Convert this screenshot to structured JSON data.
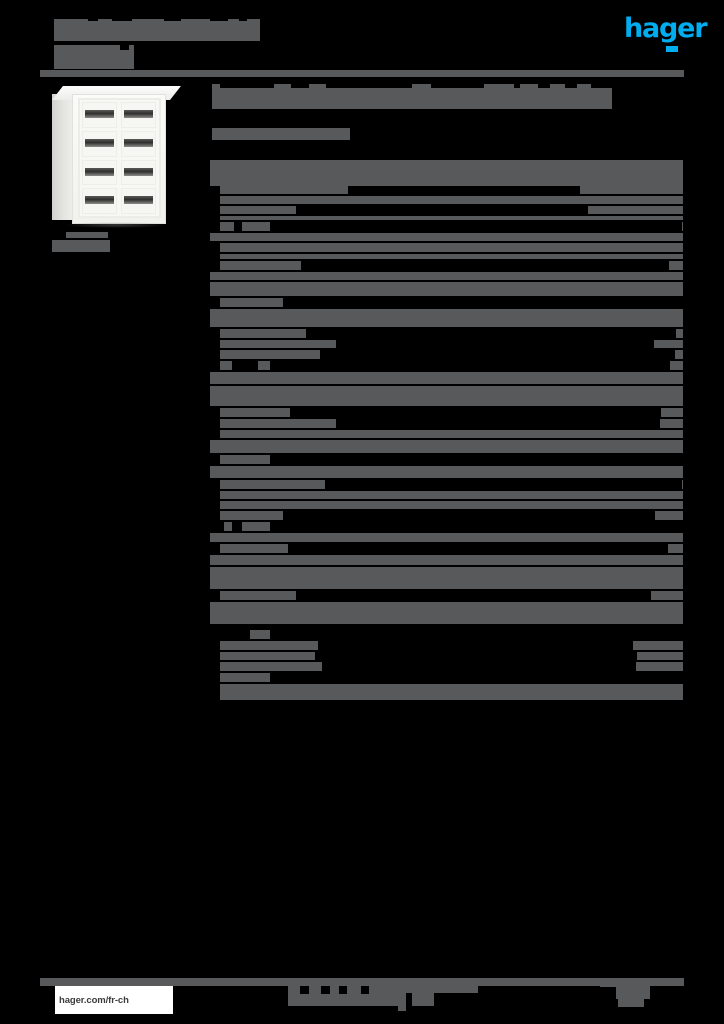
{
  "document": {
    "kind": "product-datasheet",
    "language_region": "fr-ch",
    "redacted": true
  },
  "brand": {
    "logo_text": "hager",
    "logo_color": "#00adee",
    "logo_name": "hager-logo"
  },
  "header": {
    "title_line1": "",
    "title_line2": "",
    "rule_color": "#58595a"
  },
  "product": {
    "image_alt": "white modular distribution enclosure with eight device slots",
    "caption_line1": "",
    "caption_line2": ""
  },
  "main": {
    "heading": "",
    "subheading": ""
  },
  "specs": {
    "redaction_color": "#58595a",
    "background_color": "#000000",
    "rows": [
      {
        "h": 8,
        "gap": 0,
        "left": [],
        "right": []
      },
      {
        "h": 9,
        "gap": 0,
        "left": [],
        "right": []
      },
      {
        "h": 9,
        "gap": 0,
        "left": [],
        "right": []
      },
      {
        "h": 8,
        "gap": 2,
        "left": [
          [
            0,
            10
          ]
        ],
        "right": [
          [
            78,
            232
          ]
        ]
      },
      {
        "h": 8,
        "gap": 2,
        "left": [
          [
            0,
            10
          ]
        ],
        "right": []
      },
      {
        "h": 8,
        "gap": 2,
        "left": [
          [
            0,
            10
          ]
        ],
        "right": [
          [
            26,
            292
          ]
        ]
      },
      {
        "h": 4,
        "gap": 2,
        "left": [
          [
            0,
            10
          ]
        ],
        "right": []
      },
      {
        "h": 9,
        "gap": 2,
        "left": [
          [
            0,
            10
          ],
          [
            24,
            8
          ]
        ],
        "right": [
          [
            0,
            412
          ]
        ]
      },
      {
        "h": 8,
        "gap": 2,
        "left": [],
        "right": []
      },
      {
        "h": 9,
        "gap": 2,
        "left": [
          [
            0,
            10
          ]
        ],
        "right": []
      },
      {
        "h": 5,
        "gap": 2,
        "left": [
          [
            0,
            10
          ]
        ],
        "right": []
      },
      {
        "h": 9,
        "gap": 2,
        "left": [
          [
            0,
            10
          ]
        ],
        "right": [
          [
            31,
            368
          ]
        ]
      },
      {
        "h": 8,
        "gap": 2,
        "left": [],
        "right": []
      },
      {
        "h": 14,
        "gap": 2,
        "left": [],
        "right": []
      },
      {
        "h": 9,
        "gap": 2,
        "left": [
          [
            0,
            10
          ]
        ],
        "right": [
          [
            13,
            400
          ]
        ]
      },
      {
        "h": 18,
        "gap": 2,
        "left": [],
        "right": []
      },
      {
        "h": 9,
        "gap": 2,
        "left": [
          [
            0,
            10
          ]
        ],
        "right": [
          [
            36,
            370
          ]
        ]
      },
      {
        "h": 8,
        "gap": 2,
        "left": [
          [
            0,
            10
          ]
        ],
        "right": [
          [
            66,
            318
          ]
        ]
      },
      {
        "h": 9,
        "gap": 2,
        "left": [
          [
            0,
            10
          ]
        ],
        "right": [
          [
            50,
            355
          ]
        ]
      },
      {
        "h": 9,
        "gap": 2,
        "left": [
          [
            0,
            10
          ],
          [
            22,
            26
          ]
        ],
        "right": [
          [
            0,
            400
          ]
        ]
      },
      {
        "h": 12,
        "gap": 2,
        "left": [],
        "right": []
      },
      {
        "h": 20,
        "gap": 2,
        "left": [],
        "right": []
      },
      {
        "h": 9,
        "gap": 2,
        "left": [
          [
            0,
            10
          ]
        ],
        "right": [
          [
            20,
            371
          ]
        ]
      },
      {
        "h": 9,
        "gap": 2,
        "left": [
          [
            0,
            10
          ]
        ],
        "right": [
          [
            66,
            324
          ]
        ]
      },
      {
        "h": 8,
        "gap": 2,
        "left": [
          [
            0,
            10
          ]
        ],
        "right": []
      },
      {
        "h": 13,
        "gap": 2,
        "left": [],
        "right": []
      },
      {
        "h": 9,
        "gap": 2,
        "left": [
          [
            0,
            10
          ]
        ],
        "right": [
          [
            0,
            413
          ]
        ]
      },
      {
        "h": 12,
        "gap": 2,
        "left": [],
        "right": []
      },
      {
        "h": 9,
        "gap": 2,
        "left": [
          [
            0,
            10
          ]
        ],
        "right": [
          [
            55,
            357
          ]
        ]
      },
      {
        "h": 8,
        "gap": 2,
        "left": [
          [
            0,
            10
          ]
        ],
        "right": []
      },
      {
        "h": 8,
        "gap": 2,
        "left": [
          [
            0,
            10
          ]
        ],
        "right": []
      },
      {
        "h": 9,
        "gap": 2,
        "left": [
          [
            0,
            10
          ]
        ],
        "right": [
          [
            13,
            372
          ]
        ]
      },
      {
        "h": 9,
        "gap": 2,
        "left": [
          [
            0,
            14
          ],
          [
            22,
            10
          ]
        ],
        "right": [
          [
            0,
            413
          ]
        ]
      },
      {
        "h": 9,
        "gap": 2,
        "left": [],
        "right": []
      },
      {
        "h": 9,
        "gap": 2,
        "left": [
          [
            0,
            10
          ]
        ],
        "right": [
          [
            18,
            380
          ]
        ]
      },
      {
        "h": 10,
        "gap": 2,
        "left": [],
        "right": []
      },
      {
        "h": 22,
        "gap": 2,
        "left": [],
        "right": []
      },
      {
        "h": 9,
        "gap": 2,
        "left": [
          [
            0,
            10
          ]
        ],
        "right": [
          [
            26,
            355
          ]
        ]
      },
      {
        "h": 22,
        "gap": 6,
        "left": [],
        "right": []
      },
      {
        "h": 9,
        "gap": 2,
        "left": [
          [
            0,
            40
          ]
        ],
        "right": [
          [
            0,
            413
          ]
        ]
      },
      {
        "h": 9,
        "gap": 2,
        "left": [
          [
            0,
            10
          ]
        ],
        "right": [
          [
            48,
            315
          ]
        ]
      },
      {
        "h": 8,
        "gap": 2,
        "left": [
          [
            0,
            10
          ]
        ],
        "right": [
          [
            45,
            322
          ]
        ]
      },
      {
        "h": 9,
        "gap": 2,
        "left": [
          [
            0,
            10
          ]
        ],
        "right": [
          [
            52,
            314
          ]
        ]
      },
      {
        "h": 9,
        "gap": 2,
        "left": [
          [
            0,
            10
          ]
        ],
        "right": [
          [
            0,
            413
          ]
        ]
      },
      {
        "h": 16,
        "gap": 2,
        "left": [
          [
            0,
            10
          ]
        ],
        "right": []
      }
    ]
  },
  "footer": {
    "url": "hager.com/fr-ch",
    "center_text": "",
    "page_text": ""
  }
}
